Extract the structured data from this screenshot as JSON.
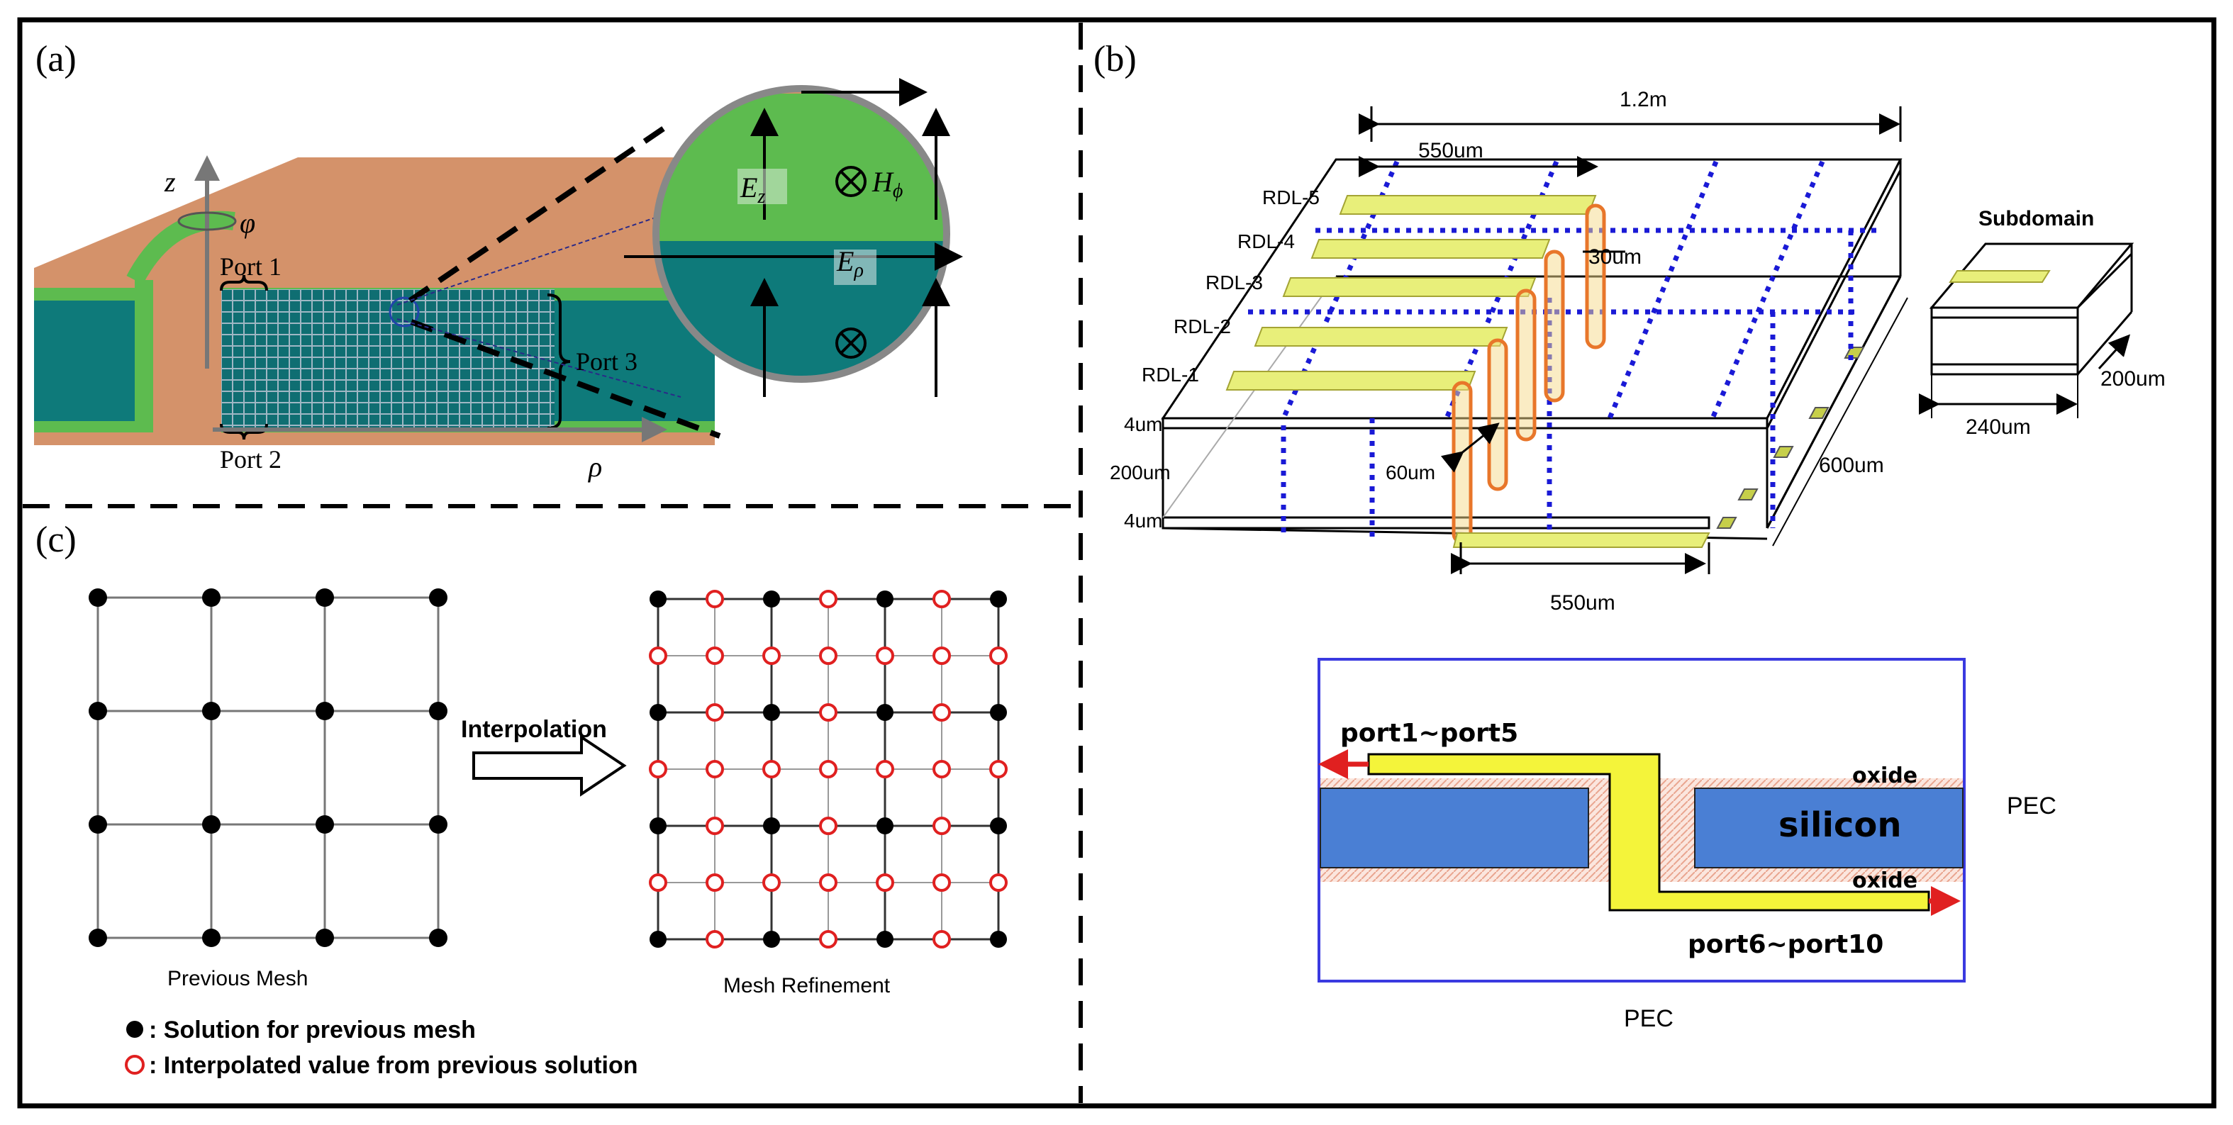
{
  "panels": {
    "a": {
      "label": "(a)",
      "axis_z": "z",
      "axis_phi": "φ",
      "axis_rho": "ρ",
      "port1": "Port 1",
      "port2": "Port 2",
      "port3": "Port 3",
      "field_ez": "E",
      "field_ez_sub": "z",
      "field_h": "H",
      "field_h_sub": "ϕ",
      "field_erho": "E",
      "field_erho_sub": "ρ"
    },
    "b": {
      "label": "(b)",
      "dim_top": "1.2m",
      "dim_550_top": "550um",
      "dim_30": "30um",
      "rdl": [
        "RDL-5",
        "RDL-4",
        "RDL-3",
        "RDL-2",
        "RDL-1"
      ],
      "layer_4um_top": "4um",
      "layer_200um": "200um",
      "layer_4um_bottom": "4um",
      "dim_60": "60um",
      "dim_600": "600um",
      "dim_550_bottom": "550um",
      "subdomain_title": "Subdomain",
      "subdomain_w": "240um",
      "subdomain_h": "200um",
      "cross_port_top": "port1~port5",
      "cross_port_bottom": "port6~port10",
      "oxide_top": "oxide",
      "oxide_bottom": "oxide",
      "silicon": "silicon",
      "pec_right": "PEC",
      "pec_bottom": "PEC"
    },
    "c": {
      "label": "(c)",
      "previous_mesh": "Previous Mesh",
      "mesh_refinement": "Mesh Refinement",
      "interpolation": "Interpolation",
      "legend_solution": ": Solution for previous mesh",
      "legend_interpolated": ": Interpolated value from previous solution"
    }
  },
  "colors": {
    "copper": "#d4926a",
    "green": "#5dbb4f",
    "teal": "#0e7a7a",
    "yellow_rdl": "#e8ef7a",
    "via_orange": "#e8762a",
    "dashed_blue": "#1a1ad6",
    "silicon_blue": "#4a7fd4",
    "cross_yellow": "#f4f43a",
    "red": "#e02020",
    "frame": "#000000"
  }
}
